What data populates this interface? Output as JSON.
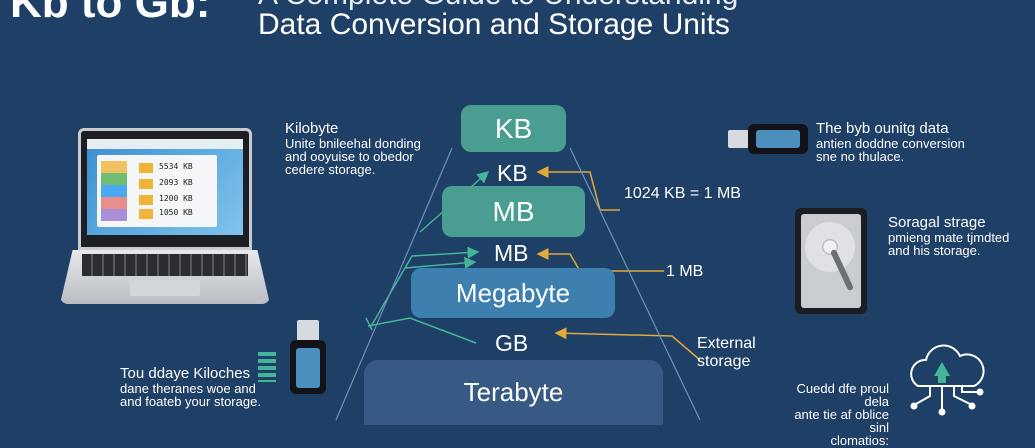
{
  "title": {
    "main": "Kb to Gb:",
    "sub": "A Complete Guide to Understanding",
    "line2": "Data Conversion and Storage Units"
  },
  "pyramid": {
    "box_kb": "KB",
    "label_kb": "KB",
    "box_mb": "MB",
    "label_mb": "MB",
    "box_megabyte": "Megabyte",
    "label_gb": "GB",
    "box_terabyte": "Terabyte"
  },
  "annotations": {
    "kb_to_mb": "1024 KB = 1 MB",
    "one_mb": "1 MB",
    "external": "External",
    "storage": "storage"
  },
  "laptop_screen": {
    "values": [
      "5534 KB",
      "2093 KB",
      "1200 KB",
      "1050 KB"
    ]
  },
  "notes": {
    "kilobyte": {
      "heading": "Kilobyte",
      "lines": [
        "Unite bnileehal donding",
        "and ooyuise to obedor",
        "cedere storage."
      ]
    },
    "usb_top": {
      "heading": "The byb ounitg data",
      "lines": [
        "antien doddne conversion",
        "sne no thulace."
      ]
    },
    "hdd": {
      "heading": "Soragal strage",
      "lines": [
        "pmieng mate tjmdted",
        "and his storage."
      ]
    },
    "bottom_left": {
      "heading": "Tou ddaye Kiloches",
      "lines": [
        "dane theranes woe and",
        "and foateb your storage."
      ]
    },
    "cloud": {
      "heading": "",
      "lines": [
        "Cuedd dfe proul dela",
        "ante tie af oblice sinl",
        "clomatios:"
      ]
    }
  },
  "colors": {
    "background": "#1e3f66",
    "teal": "#4a9d91",
    "blue": "#3d7fae",
    "navy_box": "#375a85",
    "arrow_teal": "#45b59a",
    "arrow_gold": "#e2a93b"
  },
  "icons": [
    "laptop-icon",
    "usb-drive-icon",
    "hard-drive-icon",
    "battery-icon",
    "cloud-network-icon"
  ]
}
